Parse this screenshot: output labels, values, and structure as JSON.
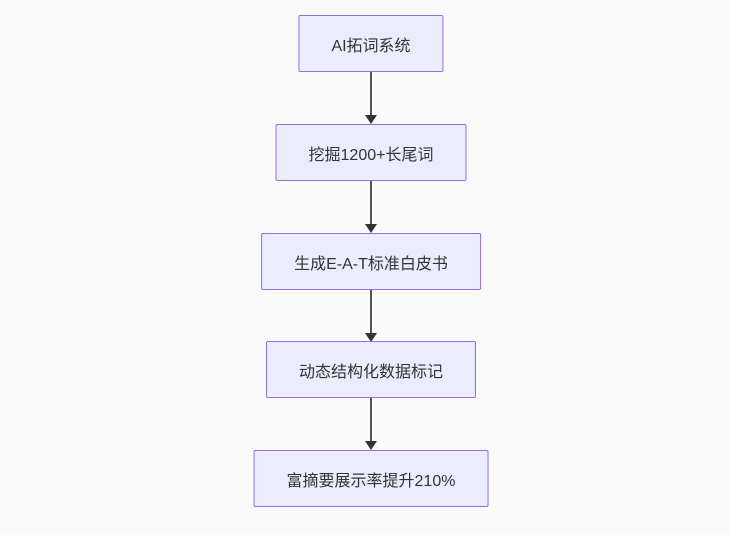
{
  "diagram": {
    "type": "flowchart",
    "direction": "top-down",
    "nodes": [
      {
        "id": "node-1",
        "label": "AI拓词系统"
      },
      {
        "id": "node-2",
        "label": "挖掘1200+长尾词"
      },
      {
        "id": "node-3",
        "label": "生成E-A-T标准白皮书"
      },
      {
        "id": "node-4",
        "label": "动态结构化数据标记"
      },
      {
        "id": "node-5",
        "label": "富摘要展示率提升210%"
      }
    ],
    "edges": [
      {
        "from": "node-1",
        "to": "node-2",
        "arrow": "down"
      },
      {
        "from": "node-2",
        "to": "node-3",
        "arrow": "down"
      },
      {
        "from": "node-3",
        "to": "node-4",
        "arrow": "down"
      },
      {
        "from": "node-4",
        "to": "node-5",
        "arrow": "down"
      }
    ],
    "colors": {
      "background": "#fafafa",
      "node_fill": "#ececff",
      "node_border": "#9370db",
      "text": "#333333",
      "arrow_line": "#555555",
      "arrow_head": "#333333"
    }
  }
}
